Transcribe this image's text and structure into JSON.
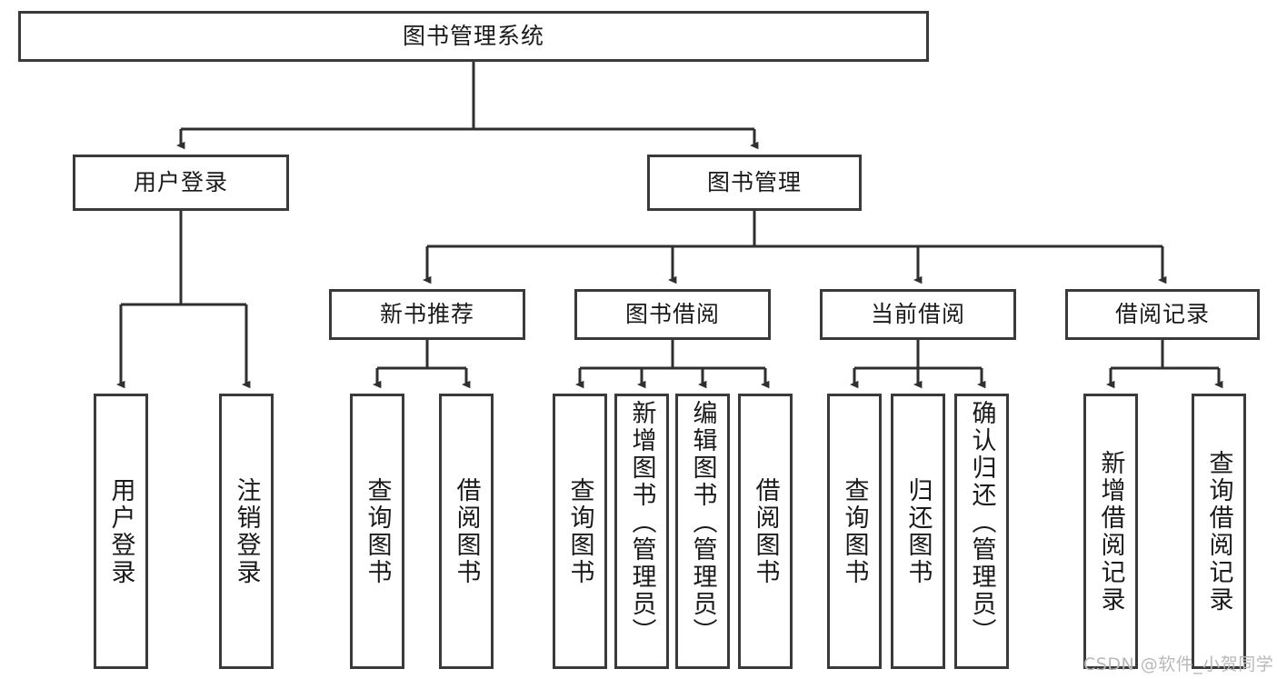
{
  "diagram": {
    "title": "图书管理系统",
    "type": "hierarchy-tree",
    "levels": 4,
    "root": {
      "label": "图书管理系统"
    },
    "level2": [
      {
        "label": "用户登录"
      },
      {
        "label": "图书管理"
      }
    ],
    "level3": [
      {
        "label": "新书推荐"
      },
      {
        "label": "图书借阅"
      },
      {
        "label": "当前借阅"
      },
      {
        "label": "借阅记录"
      }
    ],
    "leaves": {
      "user_login": [
        {
          "label": "用户登录"
        },
        {
          "label": "注销登录"
        }
      ],
      "new_book": [
        {
          "label": "查询图书"
        },
        {
          "label": "借阅图书"
        }
      ],
      "book_borrow": [
        {
          "label": "查询图书"
        },
        {
          "label": "新增图书（管理员）"
        },
        {
          "label": "编辑图书（管理员）"
        },
        {
          "label": "借阅图书"
        }
      ],
      "current_borrow": [
        {
          "label": "查询图书"
        },
        {
          "label": "归还图书"
        },
        {
          "label": "确认归还（管理员）"
        }
      ],
      "borrow_record": [
        {
          "label": "新增借阅记录"
        },
        {
          "label": "查询借阅记录"
        }
      ]
    }
  },
  "watermark": {
    "text": "CSDN @软件_小贺同学"
  },
  "colors": {
    "border": "#3a3a3a",
    "background": "#ffffff",
    "text": "#1a1a1a",
    "watermark": "#b9b9b9"
  }
}
